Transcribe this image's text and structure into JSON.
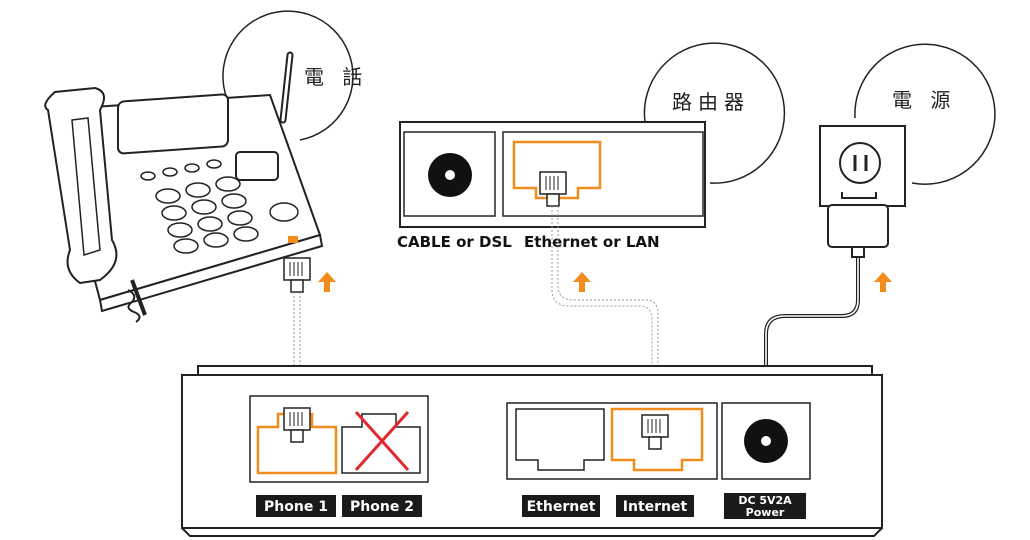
{
  "bubbles": {
    "phone": "電 話",
    "router": "路由器",
    "power": "電 源"
  },
  "router_ports": {
    "cable_label": "CABLE or DSL",
    "ethernet_label": "Ethernet or LAN"
  },
  "device_ports": {
    "phone1": "Phone 1",
    "phone2": "Phone 2",
    "ethernet": "Ethernet",
    "internet": "Internet",
    "dc_line1": "DC 5V2A",
    "dc_line2": "Power"
  },
  "colors": {
    "accent": "#F28C1A",
    "outline": "#222222",
    "cross": "#E0282E",
    "label_bg": "#1a1a1a"
  }
}
